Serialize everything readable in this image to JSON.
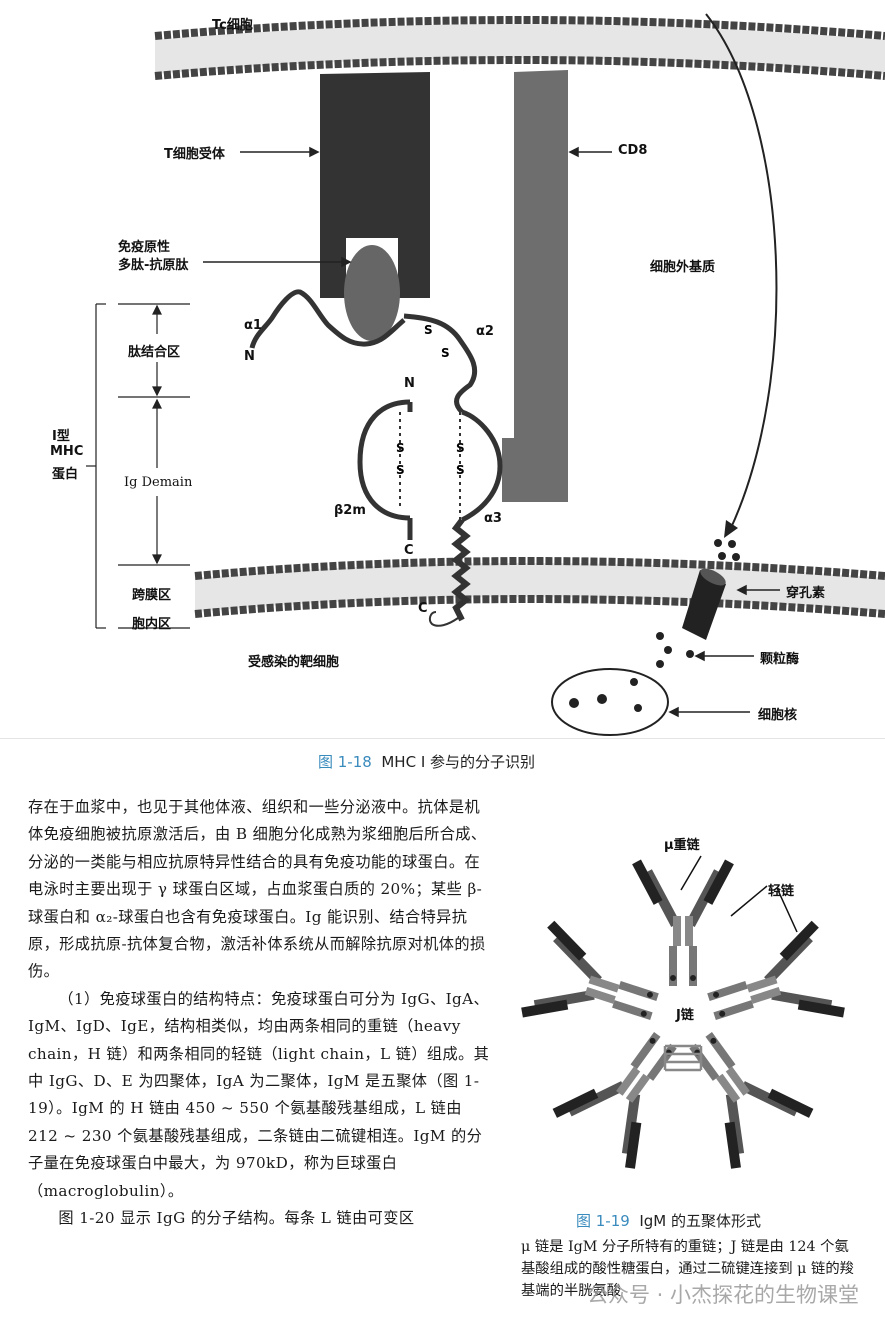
{
  "figure_1_18": {
    "caption_number": "图 1-18",
    "caption_text": "MHC I 参与的分子识别",
    "labels": {
      "tc_cell": "Tc细胞",
      "t_cell_receptor": "T细胞受体",
      "cd8": "CD8",
      "immunogenic_peptide_1": "免疫原性",
      "immunogenic_peptide_2": "多肽-抗原肽",
      "extracellular_matrix": "细胞外基质",
      "alpha1": "α1",
      "alpha2": "α2",
      "alpha3": "α3",
      "n_terminus": "N",
      "n_terminus_b2m": "N",
      "c_terminus_b2m": "C",
      "c_terminus": "C",
      "beta2m": "β2m",
      "s": "S",
      "peptide_binding_region": "肽结合区",
      "mhc_class_1": "Ⅰ型",
      "mhc": "MHC",
      "protein": "蛋白",
      "ig_domain": "Ig Demain",
      "transmembrane_region": "跨膜区",
      "intracellular_region": "胞内区",
      "infected_target_cell": "受感染的靶细胞",
      "perforin": "穿孔素",
      "granzyme": "颗粒酶",
      "nucleus": "细胞核"
    }
  },
  "figure_1_19": {
    "caption_number": "图 1-19",
    "caption_text": "IgM 的五聚体形式",
    "labels": {
      "mu_heavy_chain": "μ重链",
      "light_chain": "轻链",
      "j_chain": "J链"
    },
    "note": "μ 链是 IgM 分子所特有的重链；J 链是由 124 个氨基酸组成的酸性糖蛋白，通过二硫键连接到 μ 链的羧基端的半胱氨酸"
  },
  "body_text": [
    "存在于血浆中，也见于其他体液、组织和一些分泌液中。抗体是机体免疫细胞被抗原激活后，由 B 细胞分化成熟为浆细胞后所合成、分泌的一类能与相应抗原特异性结合的具有免疫功能的球蛋白。在电泳时主要出现于 γ 球蛋白区域，占血浆蛋白质的 20%；某些 β-球蛋白和 α₂-球蛋白也含有免疫球蛋白。Ig 能识别、结合特异抗原，形成抗原-抗体复合物，激活补体系统从而解除抗原对机体的损伤。",
    "（1）免疫球蛋白的结构特点：免疫球蛋白可分为 IgG、IgA、IgM、IgD、IgE，结构相类似，均由两条相同的重链（heavy chain，H 链）和两条相同的轻链（light chain，L 链）组成。其中 IgG、D、E 为四聚体，IgA 为二聚体，IgM 是五聚体（图 1-19）。IgM 的 H 链由 450 ~ 550 个氨基酸残基组成，L 链由 212 ~ 230 个氨基酸残基组成，二条链由二硫键相连。IgM 的分子量在免疫球蛋白中最大，为 970kD，称为巨球蛋白（macroglobulin）。",
    "图 1-20 显示 IgG 的分子结构。每条 L 链由可变区"
  ],
  "watermark": "公众号 · 小杰探花的生物课堂"
}
